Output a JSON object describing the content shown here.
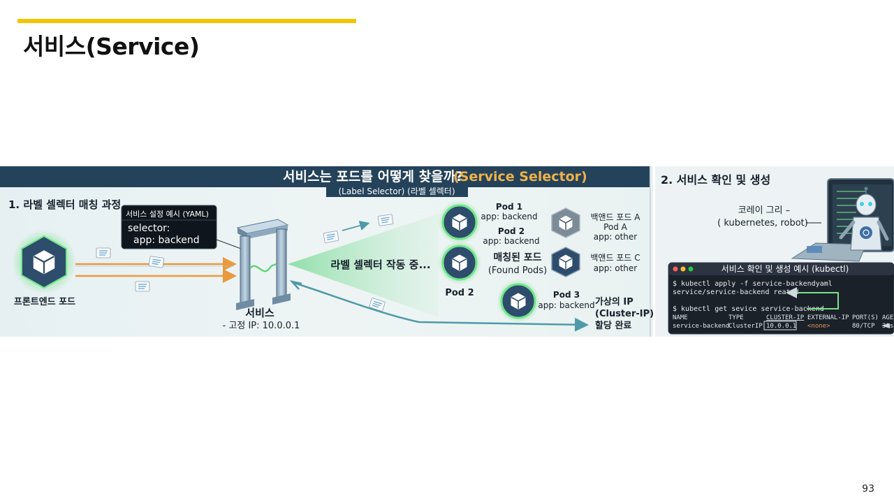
{
  "slide": {
    "title": "서비스(Service)",
    "page_number": "93"
  },
  "banner": {
    "title_main": "서비스는 포드를 어떻게 찾을까?",
    "title_accent": "(Service Selector)",
    "subtitle": "(Label Selector) (라벨 셀렉터)"
  },
  "left_panel": {
    "heading": "1. 라벨 셀렉터 매칭 과정",
    "yaml_box": {
      "title": "서비스 설정 예시 (YAML)",
      "line1": "selector:",
      "line2": "app: backend"
    },
    "frontend_label": "프론트엔드 포드",
    "service_label": "서비스",
    "service_ip": "- 고정 IP: 10.0.0.1",
    "selector_working": "라벨 셀렉터 작동 중...",
    "found_pods_line1": "매칭된 포드",
    "found_pods_line2": "(Found Pods)",
    "pod1": {
      "name": "Pod 1",
      "label": "app: backend"
    },
    "pod2_upper": {
      "name": "Pod 2",
      "label": "app: backend"
    },
    "pod2_lower": {
      "name": "Pod 2"
    },
    "pod3": {
      "name": "Pod 3",
      "label": "app: backend"
    },
    "backend_a": {
      "line1": "백앤드 포드 A",
      "line2": "Pod A",
      "line3": "app: other"
    },
    "backend_c": {
      "line1": "백앤드 포드 C",
      "line2": "app: other"
    },
    "virtual_ip": {
      "line1": "가상의 IP",
      "line2": "(Cluster-IP)",
      "line3": "할당 완료"
    }
  },
  "right_panel": {
    "heading": "2. 서비스 확인 및 생성",
    "robot_label_line1": "코레이 그리 –",
    "robot_label_line2": "( kubernetes,  robot)",
    "terminal": {
      "title": "서비스 확인 및 생성 예시 (kubectl)",
      "cmd1": "$ kubectl apply -f service-backendyaml",
      "out1": "service/service-backend reated",
      "cmd2": "$ kubectl get sevice service-backend",
      "headers": [
        "NAME",
        "TYPE",
        "CLUSTER-IP",
        "EXTERNAL-IP",
        "PORT(S)",
        "AGE"
      ],
      "row": [
        "service-backend",
        "ClusterIP",
        "10.0.0.1",
        "<none>",
        "80/TCP",
        "30s"
      ]
    }
  },
  "colors": {
    "accent_yellow": "#f5c400",
    "banner_navy": "#24425a",
    "accent_orange": "#f0b248",
    "teal_arrow": "#4f9aa8",
    "glow_green": "#5ddc6a",
    "terminal_bg": "#1b2129"
  },
  "icons": [
    "cube-icon",
    "document-icon",
    "gate-icon",
    "robot-icon",
    "laptop-icon",
    "monitor-icon"
  ]
}
